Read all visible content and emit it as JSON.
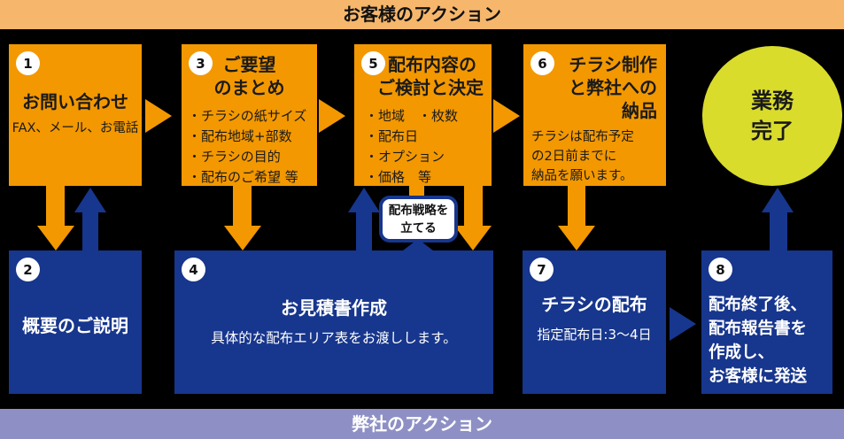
{
  "top_banner": {
    "label": "お客様のアクション"
  },
  "bottom_banner": {
    "label": "弊社のアクション"
  },
  "goal_circle": {
    "line1": "業務",
    "line2": "完了"
  },
  "strategy_badge": {
    "line1": "配布戦略を",
    "line2": "立てる"
  },
  "steps": {
    "step1": {
      "number": "1",
      "title": "お問い合わせ",
      "body": "FAX、メール、お電話"
    },
    "step2": {
      "number": "2",
      "title": "概要のご説明"
    },
    "step3": {
      "number": "3",
      "title_line1": "ご要望",
      "title_line2": "のまとめ",
      "bullet1": "・チラシの紙サイズ",
      "bullet2": "・配布地域+部数",
      "bullet3": "・チラシの目的",
      "bullet4": "・配布のご希望 等"
    },
    "step4": {
      "number": "4",
      "title": "お見積書作成",
      "body": "具体的な配布エリア表をお渡しします。"
    },
    "step5": {
      "number": "5",
      "title_line1": "配布内容の",
      "title_line2": "ご検討と決定",
      "bullet1": "・地域　・枚数",
      "bullet2": "・配布日",
      "bullet3": "・オプション",
      "bullet4": "・価格　等"
    },
    "step6": {
      "number": "6",
      "title_line1": "チラシ制作",
      "title_line2": "と弊社への",
      "title_line3": "納品",
      "body_line1": "チラシは配布予定",
      "body_line2": "の2日前までに",
      "body_line3": "納品を願います。"
    },
    "step7": {
      "number": "7",
      "title": "チラシの配布",
      "body": "指定配布日:3〜4日"
    },
    "step8": {
      "number": "8",
      "line1": "配布終了後、",
      "line2": "配布報告書を",
      "line3": "作成し、",
      "line4": "お客様に発送"
    }
  },
  "colors": {
    "background": "#000000",
    "customer_banner": "#F6B76C",
    "company_banner": "#8E90C5",
    "customer_box": "#F39800",
    "company_box": "#17368D",
    "goal_circle": "#D9DC2A",
    "badge_border": "#17368D"
  }
}
